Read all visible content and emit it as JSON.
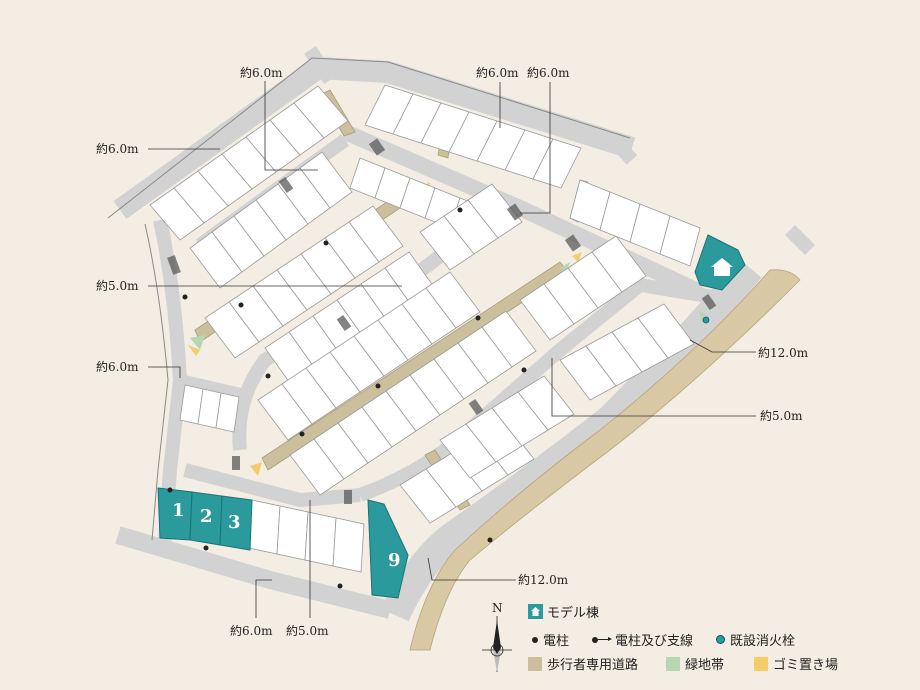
{
  "road_labels": {
    "top_left_60": "約6.0m",
    "top_mid_60a": "約6.0m",
    "top_mid_60b": "約6.0m",
    "left_60_upper": "約6.0m",
    "left_50": "約5.0m",
    "left_60_lower": "約6.0m",
    "right_120": "約12.0m",
    "right_50": "約5.0m",
    "bottom_120": "約12.0m",
    "bottom_60": "約6.0m",
    "bottom_50": "約5.0m"
  },
  "lot_numbers": [
    "1",
    "2",
    "3",
    "9"
  ],
  "compass": {
    "north": "N"
  },
  "legend": {
    "model_home": "モデル棟",
    "pole": "電柱",
    "pole_guy": "電柱及び支線",
    "hydrant": "既設消火栓",
    "pedestrian_path": "歩行者専用道路",
    "green_belt": "緑地帯",
    "garbage": "ゴミ置き場"
  },
  "colors": {
    "model_home": "#2a9a9c",
    "pedestrian_path": "#cbbf9c",
    "green_belt": "#b7d6b3",
    "garbage": "#f4cc6a",
    "hydrant": "#2a9aa6",
    "background": "#f3ede3"
  }
}
